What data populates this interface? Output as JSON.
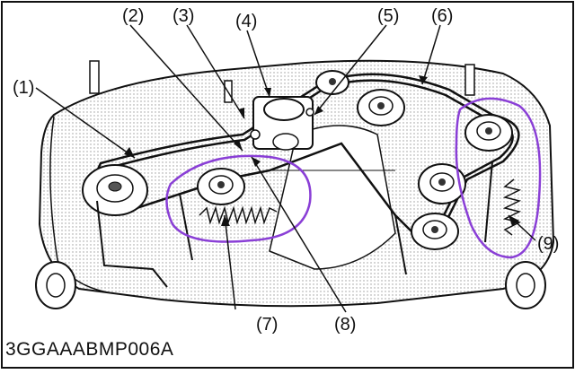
{
  "callouts": {
    "c1": "(1)",
    "c2": "(2)",
    "c3": "(3)",
    "c4": "(4)",
    "c5": "(5)",
    "c6": "(6)",
    "c7": "(7)",
    "c8": "(8)",
    "c9": "(9)"
  },
  "figure_id": "3GGAAABMP006A",
  "colors": {
    "line": "#111111",
    "highlight": "#8a3fd6",
    "shade": "#d9d9d9",
    "background": "#ffffff"
  }
}
